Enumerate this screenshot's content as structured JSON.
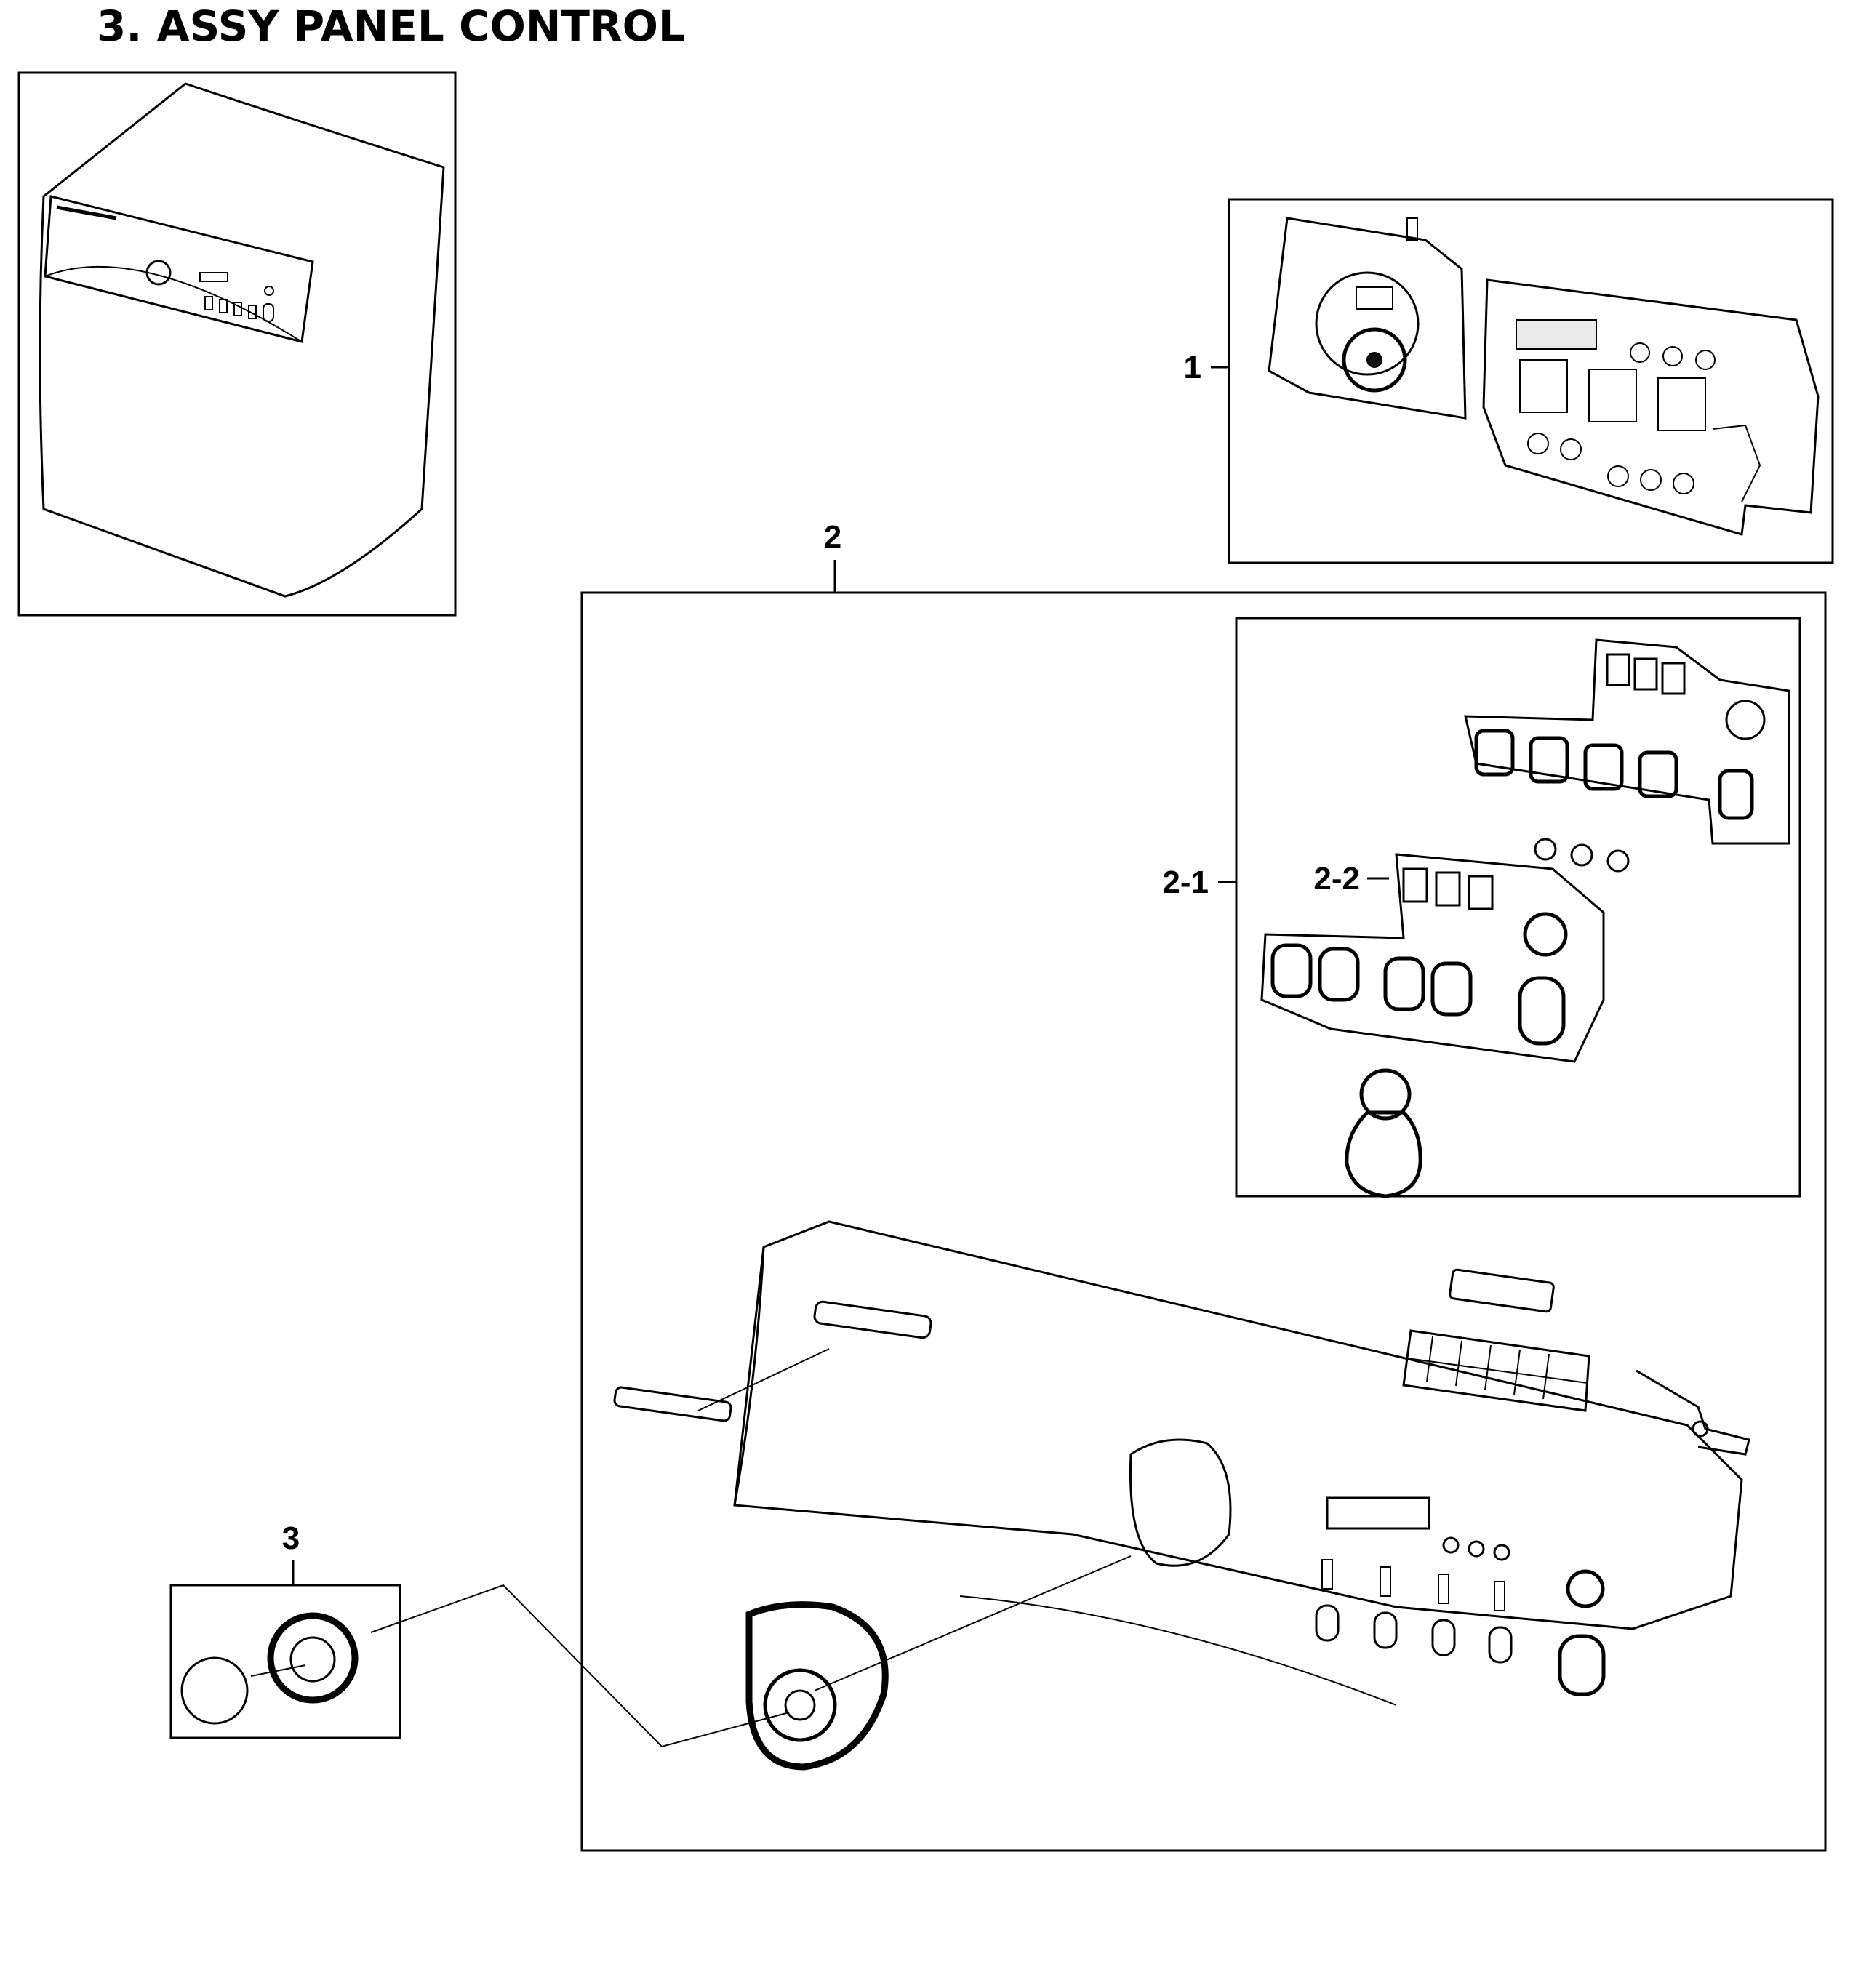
{
  "title": "3. ASSY PANEL CONTROL",
  "callouts": {
    "part_1": "1",
    "part_2": "2",
    "part_2_1": "2-1",
    "part_2_2": "2-2",
    "part_3": "3"
  },
  "colors": {
    "line": "#000000",
    "background": "#ffffff"
  }
}
